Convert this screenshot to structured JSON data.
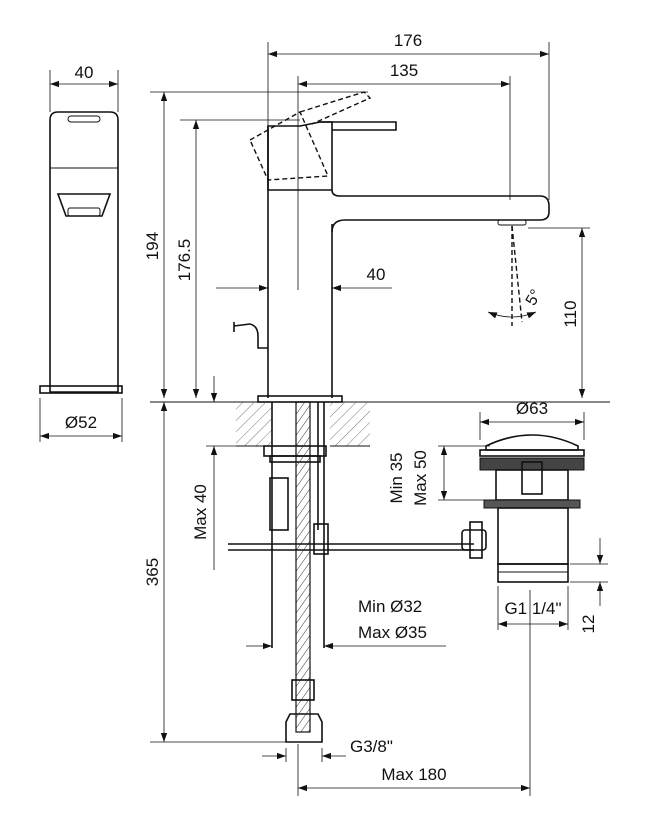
{
  "dimensions": {
    "overall_length": "176",
    "spout_reach": "135",
    "side_width": "40",
    "base_diameter": "Ø52",
    "total_height": "194",
    "lever_height": "176.5",
    "body_width": "40",
    "spout_angle": "5°",
    "outlet_height": "110",
    "waste_diameter": "Ø63",
    "basin_thickness_min": "Min 35",
    "basin_thickness_max": "Max 50",
    "deck_max": "Max 40",
    "below_deck_length": "365",
    "hole_diameter_min": "Min Ø32",
    "hole_diameter_max": "Max Ø35",
    "waste_thread": "G1 1/4\"",
    "waste_thread_length": "12",
    "hose_thread": "G3/8\"",
    "hose_reach": "Max 180"
  }
}
